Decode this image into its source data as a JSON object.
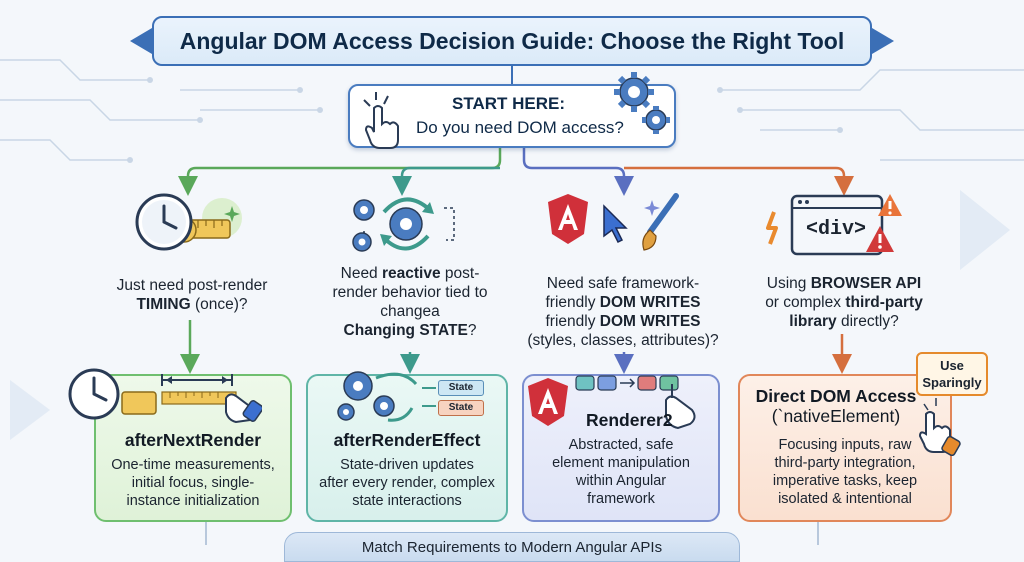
{
  "title": "Angular DOM Access Decision Guide: Choose the Right Tool",
  "start": {
    "title": "START HERE:",
    "question": "Do you need DOM access?"
  },
  "questions": [
    {
      "line1": "Just need post-render",
      "strong1": "TIMING",
      "rest1": " (once)?"
    },
    {
      "line1a": "Need ",
      "strong1": "reactive",
      "line1b": " post-",
      "line2": "render behavior tied to",
      "line3": "changea",
      "strong2": "Changing STATE",
      "rest2": "?"
    },
    {
      "line1": "Need safe framework-",
      "line2a": "friendly ",
      "strong1": "DOM WRITES",
      "line3a": "friendly ",
      "strong2": "DOM WRITES",
      "line4": "(styles, classes, attributes)?"
    },
    {
      "line1a": "Using ",
      "strong1": "BROWSER API",
      "line2a": "or complex ",
      "strong2": "third-party",
      "strong3": "library",
      "line3b": " directly?"
    }
  ],
  "results": [
    {
      "title": "afterNextRender",
      "desc": [
        "One-time measurements,",
        "initial focus, single-",
        "instance initialization"
      ]
    },
    {
      "title": "afterRenderEffect",
      "desc": [
        "State-driven updates",
        "after every render, complex",
        "state interactions"
      ],
      "tags": [
        "State",
        "State"
      ]
    },
    {
      "title": "Renderer2",
      "desc": [
        "Abstracted, safe",
        "element manipulation",
        "within Angular",
        "framework"
      ]
    },
    {
      "title1": "Direct DOM Access",
      "title2": "(`nativeElement)",
      "desc": [
        "Focusing inputs, raw",
        "third-party integration,",
        "imperative tasks, keep",
        "isolated & intentional"
      ],
      "badge": [
        "Use",
        "Sparingly"
      ]
    }
  ],
  "icon_text": {
    "div_tag": "<div>"
  },
  "footer": "Match Requirements to Modern Angular APIs",
  "colors": {
    "title_border": "#3b6fb6",
    "green": "#6fbf6f",
    "teal": "#5fb5a7",
    "blue": "#7c8fd0",
    "orange": "#e1875a",
    "angular_red": "#d0303a"
  }
}
